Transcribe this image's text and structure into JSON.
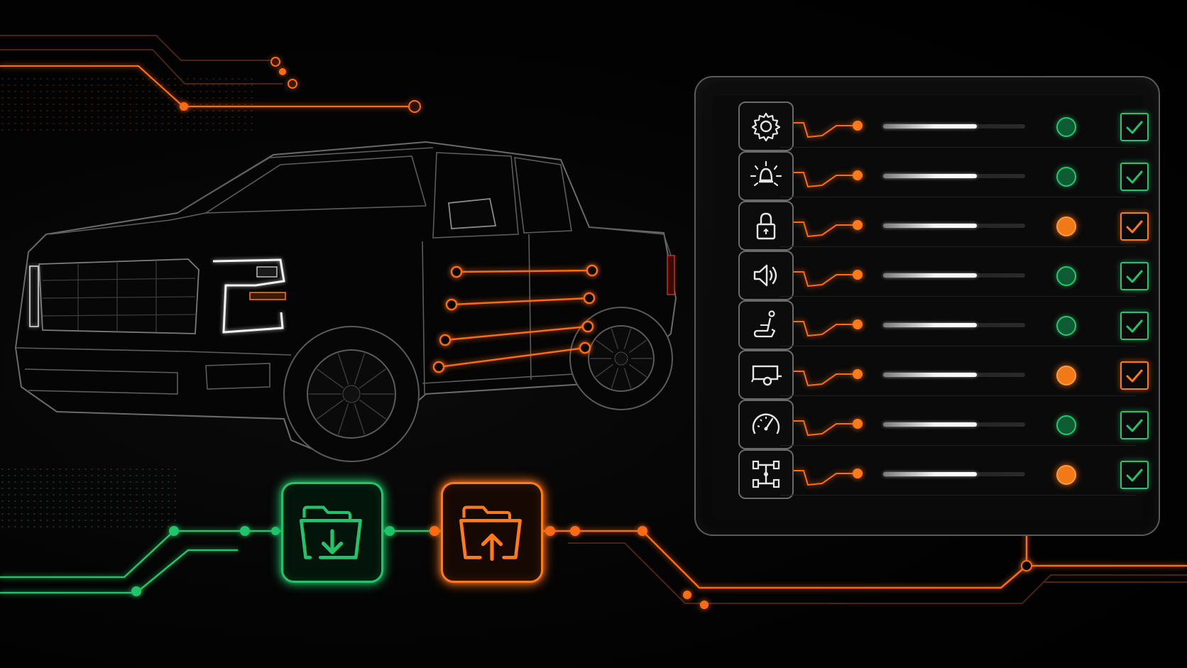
{
  "colors": {
    "accent_orange": "#ff7a1a",
    "accent_green": "#21c46b",
    "panel_border": "#5a5a5a",
    "background": "#000000"
  },
  "panel": {
    "rows": [
      {
        "icon": "gear-icon",
        "level": 0.66,
        "status": "ok",
        "check": "ok"
      },
      {
        "icon": "light-bulb-icon",
        "level": 0.66,
        "status": "ok",
        "check": "ok"
      },
      {
        "icon": "lock-icon",
        "level": 0.66,
        "status": "warn",
        "check": "warn"
      },
      {
        "icon": "speaker-icon",
        "level": 0.66,
        "status": "ok",
        "check": "ok"
      },
      {
        "icon": "seat-icon",
        "level": 0.66,
        "status": "ok",
        "check": "ok"
      },
      {
        "icon": "trailer-icon",
        "level": 0.66,
        "status": "warn",
        "check": "warn"
      },
      {
        "icon": "speedometer-icon",
        "level": 0.66,
        "status": "ok",
        "check": "ok"
      },
      {
        "icon": "drivetrain-icon",
        "level": 0.66,
        "status": "warn",
        "check": "ok"
      }
    ]
  },
  "folders": {
    "download": {
      "icon": "folder-download-icon",
      "color": "#21c46b"
    },
    "upload": {
      "icon": "folder-upload-icon",
      "color": "#ff7a1a"
    }
  }
}
